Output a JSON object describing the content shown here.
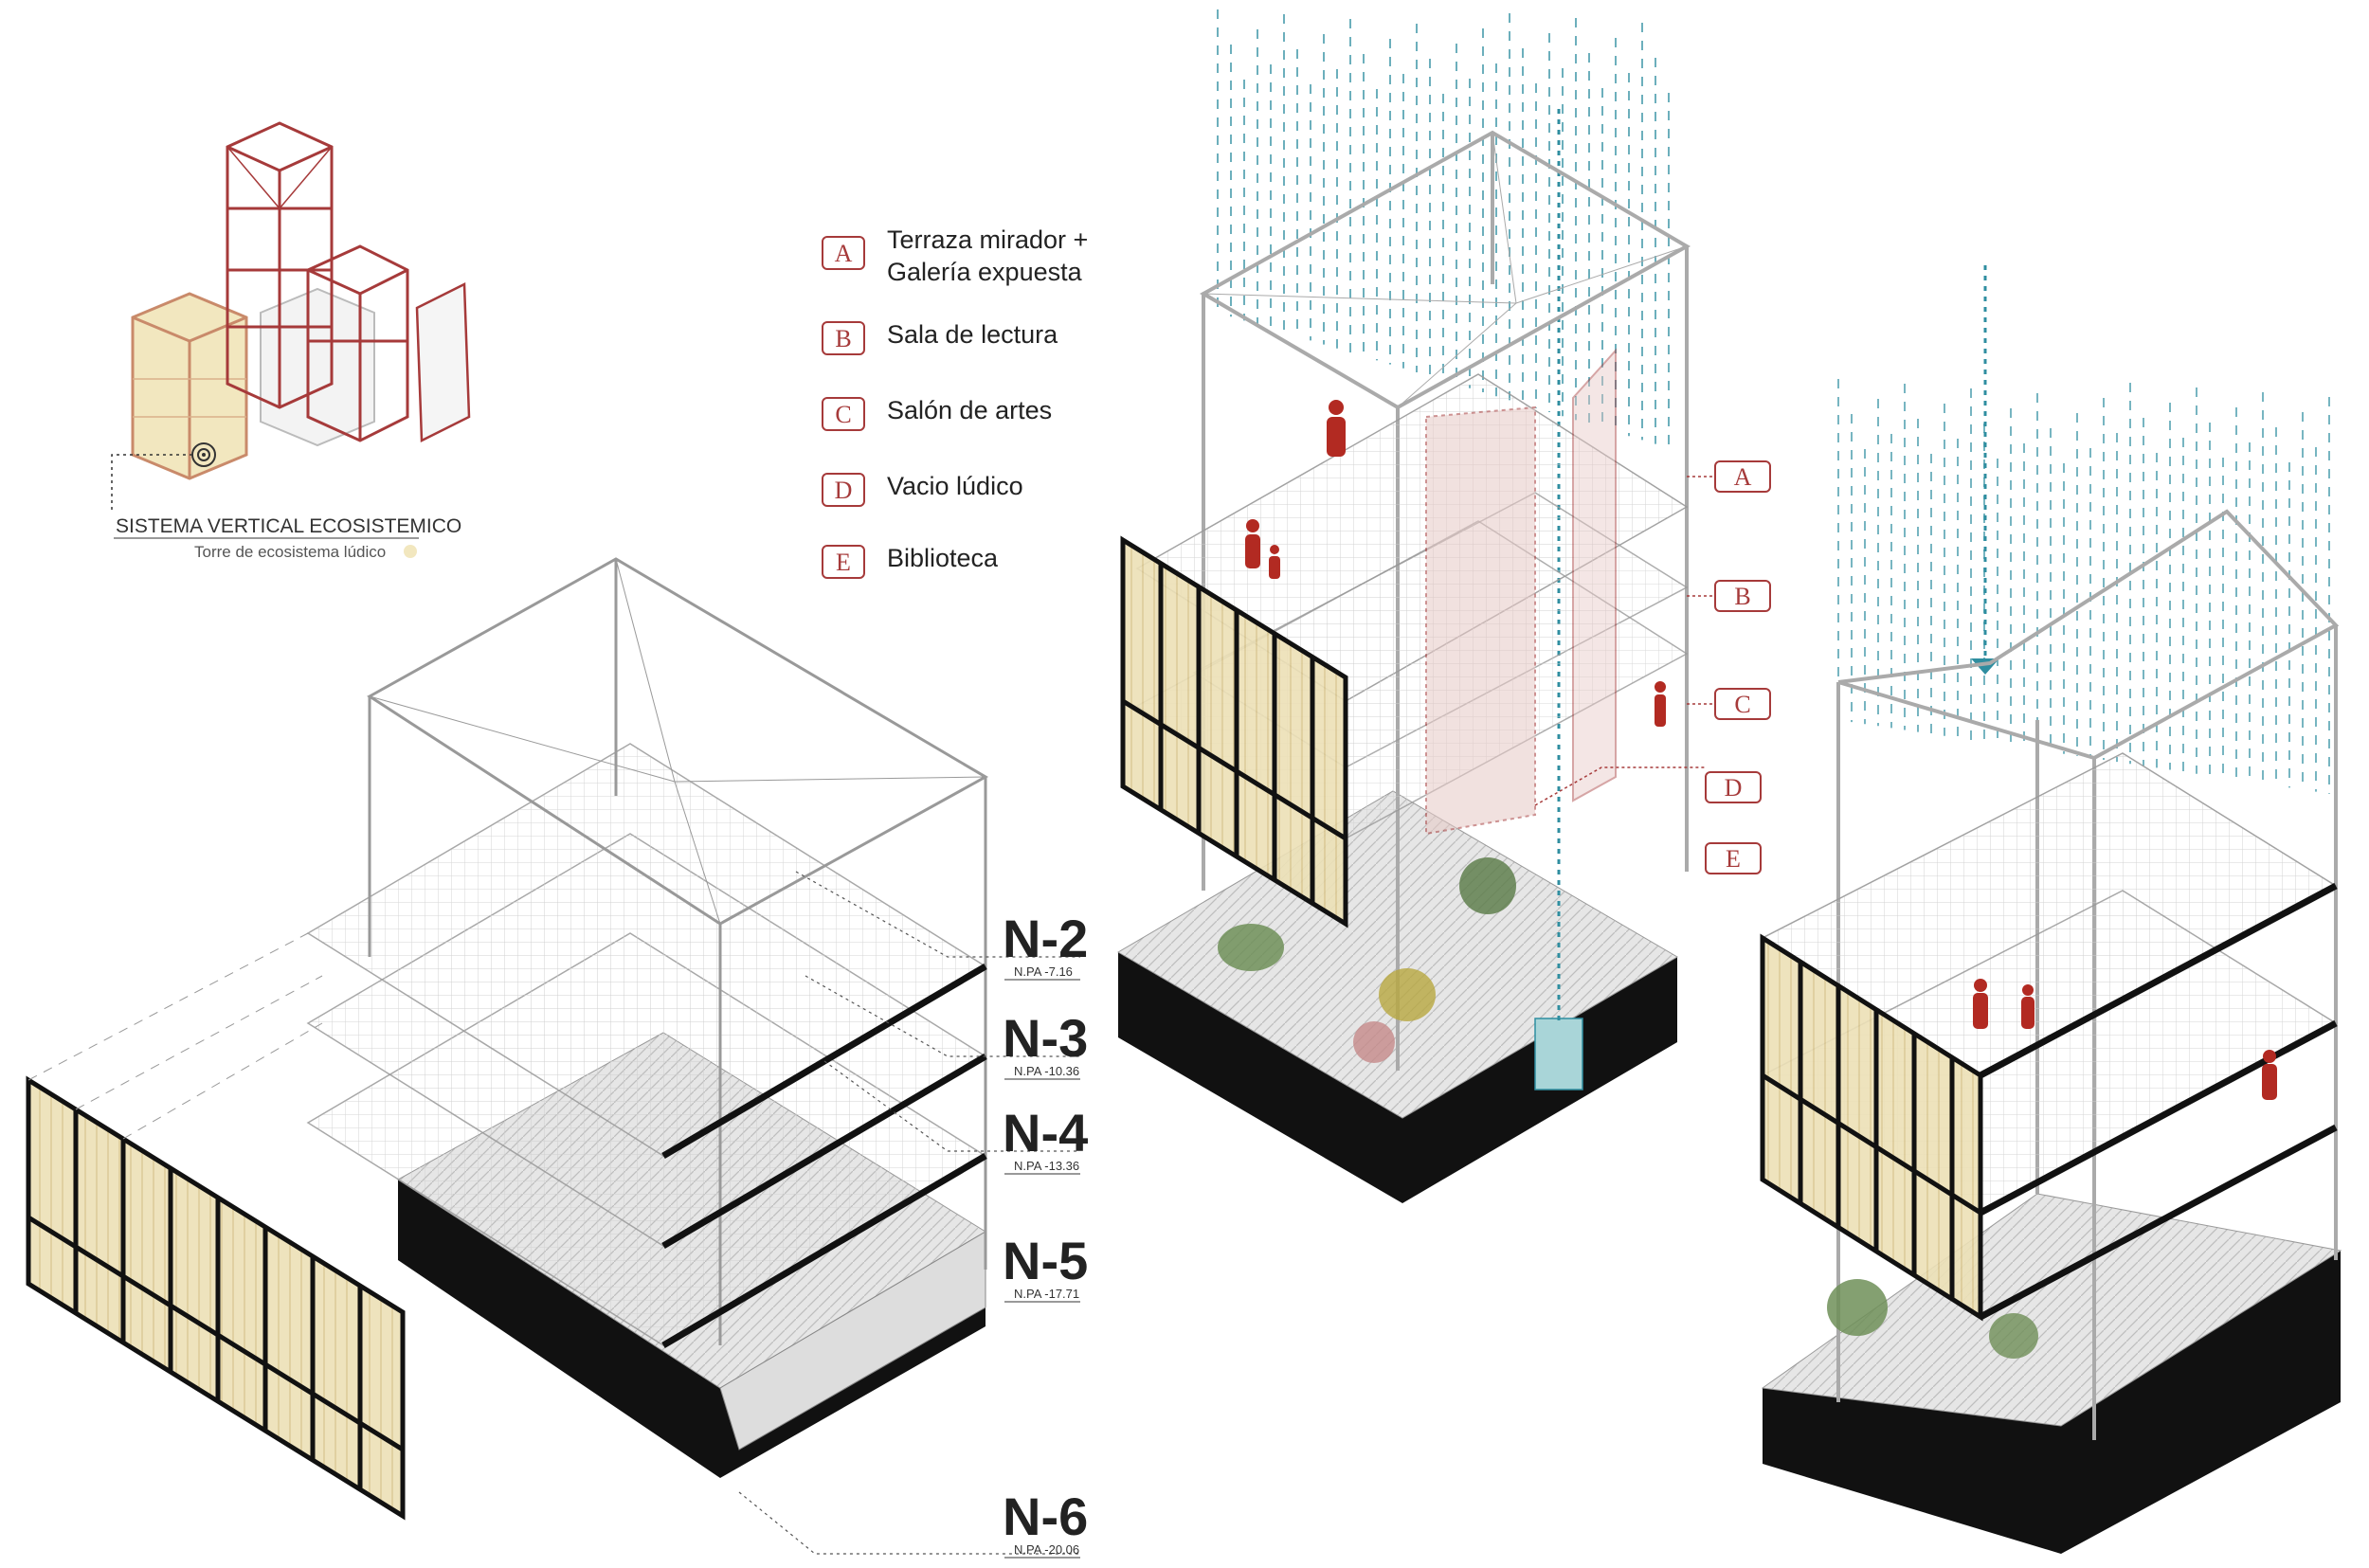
{
  "system": {
    "title": "SISTEMA VERTICAL ECOSISTEMICO",
    "subtitle": "Torre de ecosistema lúdico"
  },
  "legend": [
    {
      "key": "A",
      "line1": "Terraza mirador +",
      "line2": "Galería expuesta"
    },
    {
      "key": "B",
      "line1": "Sala de lectura",
      "line2": ""
    },
    {
      "key": "C",
      "line1": "Salón de artes",
      "line2": ""
    },
    {
      "key": "D",
      "line1": "Vacio lúdico",
      "line2": ""
    },
    {
      "key": "E",
      "line1": "Biblioteca",
      "line2": ""
    }
  ],
  "tags": [
    "A",
    "B",
    "C",
    "D",
    "E"
  ],
  "levels": [
    {
      "name": "N-2",
      "value": "N.PA -7.16"
    },
    {
      "name": "N-3",
      "value": "N.PA -10.36"
    },
    {
      "name": "N-4",
      "value": "N.PA -13.36"
    },
    {
      "name": "N-5",
      "value": "N.PA -17.71"
    },
    {
      "name": "N-6",
      "value": "N.PA -20.06"
    }
  ],
  "colors": {
    "accent": "#a63a3a",
    "accent_fill": "#b22a22",
    "tower_yellow": "#efe3b8",
    "rain": "#2f8ea0",
    "base": "#111111",
    "floor": "#dcdcdc",
    "frame": "#1a1a1a",
    "structure": "#efefef"
  }
}
